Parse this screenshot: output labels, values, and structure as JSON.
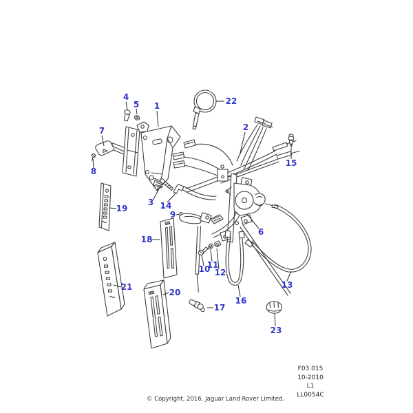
{
  "diagram": {
    "type": "exploded-parts-diagram",
    "description_visible": false,
    "callouts": [
      "1",
      "2",
      "3",
      "4",
      "5",
      "6",
      "7",
      "8",
      "9",
      "10",
      "11",
      "12",
      "13",
      "14",
      "15",
      "16",
      "17",
      "18",
      "19",
      "20",
      "21",
      "22",
      "23"
    ],
    "colors": {
      "callout_blue": "#3238c8",
      "line": "#3d3d3d",
      "background": "#ffffff"
    }
  },
  "ref_block": {
    "lines": [
      "F03.015",
      "10-2010",
      "L1",
      "LL0054C"
    ]
  },
  "footer": {
    "copyright": "© Copyright, 2016. Jaguar Land Rover Limited."
  }
}
